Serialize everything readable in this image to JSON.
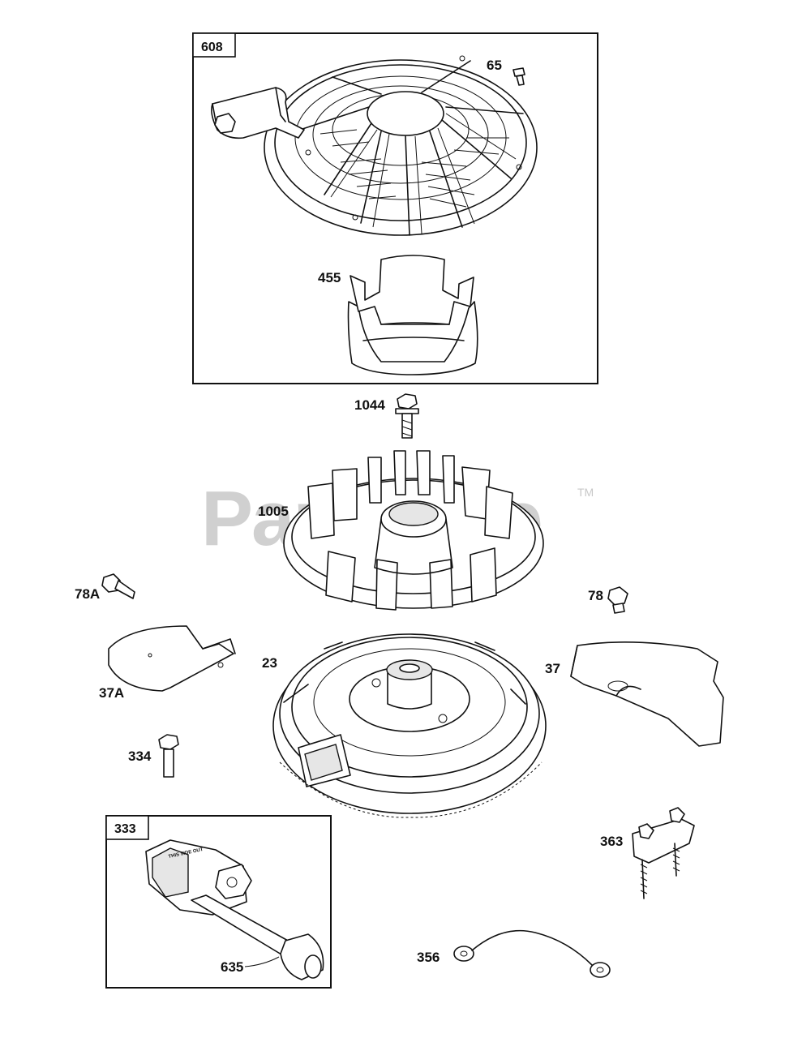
{
  "watermark": {
    "text": "PartsTree",
    "tm": "TM"
  },
  "boxes": {
    "recoil": {
      "label": "608"
    },
    "ignition": {
      "label": "333"
    }
  },
  "labels": {
    "p65": "65",
    "p455": "455",
    "p1044": "1044",
    "p1005": "1005",
    "p78A": "78A",
    "p78": "78",
    "p37A": "37A",
    "p23": "23",
    "p37": "37",
    "p334": "334",
    "p363": "363",
    "p635": "635",
    "p356": "356"
  },
  "ignition_module_print": "THIS SIDE OUT"
}
